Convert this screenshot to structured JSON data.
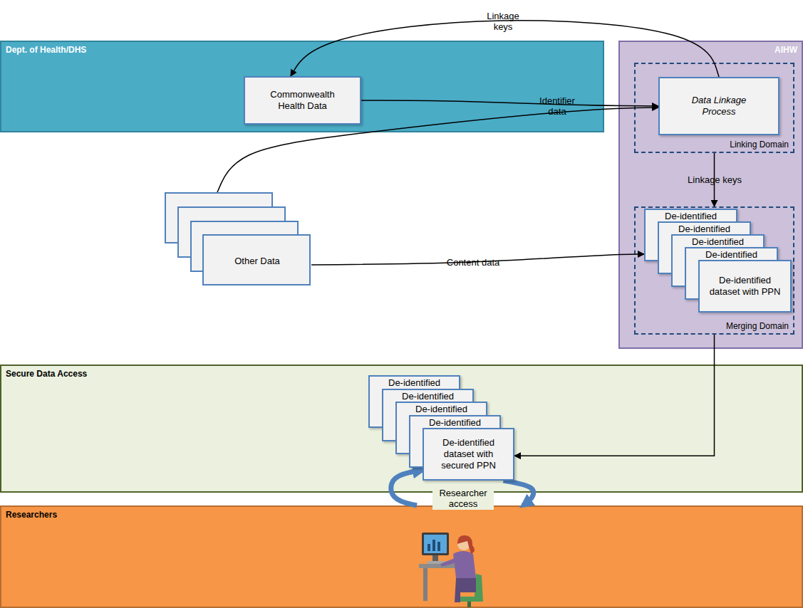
{
  "diagram": {
    "nodes": [
      {
        "text": [
          "Dept. of Health/DHS"
        ]
      },
      {
        "text": [
          "Commonwealth Health Data"
        ],
        "in": 0
      },
      {
        "text": [
          "AIHW"
        ]
      },
      {
        "text": [
          "Linking Domain"
        ],
        "in": 2
      },
      {
        "text": [
          "Data Linkage Process"
        ],
        "in": 3
      },
      {
        "text": [
          "Merging Domain"
        ],
        "in": 2
      },
      {
        "text": [
          "De-identified"
        ],
        "in": 5
      },
      {
        "text": [
          "De-identified"
        ],
        "in": 5
      },
      {
        "text": [
          "De-identified"
        ],
        "in": 5
      },
      {
        "text": [
          "De-identified"
        ],
        "in": 5
      },
      {
        "text": [
          "De-identified dataset with PPN"
        ],
        "in": 5
      },
      {
        "text": [
          "Other Data"
        ]
      },
      {
        "text": [
          "Secure Data Access"
        ]
      },
      {
        "text": [
          "De-identified"
        ],
        "in": 12
      },
      {
        "text": [
          "De-identified"
        ],
        "in": 12
      },
      {
        "text": [
          "De-identified"
        ],
        "in": 12
      },
      {
        "text": [
          "De-identified"
        ],
        "in": 12
      },
      {
        "text": [
          "De-identified dataset with secured PPN"
        ],
        "in": 12
      },
      {
        "text": [
          "Researchers"
        ]
      }
    ],
    "edges": [
      {
        "from": 4,
        "to": 1,
        "label": "Linkage keys",
        "arrow": "to"
      },
      {
        "from": 1,
        "to": 4,
        "label": "Identifier data",
        "arrow": "to"
      },
      {
        "from": 11,
        "to": 4,
        "arrow": "to"
      },
      {
        "from": 3,
        "to": 5,
        "label": "Linkage keys",
        "arrow": "to"
      },
      {
        "from": 11,
        "to": 6,
        "label": "Content data",
        "arrow": "to"
      },
      {
        "from": 5,
        "to": 17,
        "arrow": "to"
      },
      {
        "from": 18,
        "to": 17,
        "label": "Researcher access",
        "arrow": "to"
      },
      {
        "from": 17,
        "to": 18,
        "arrow": "to"
      }
    ]
  }
}
